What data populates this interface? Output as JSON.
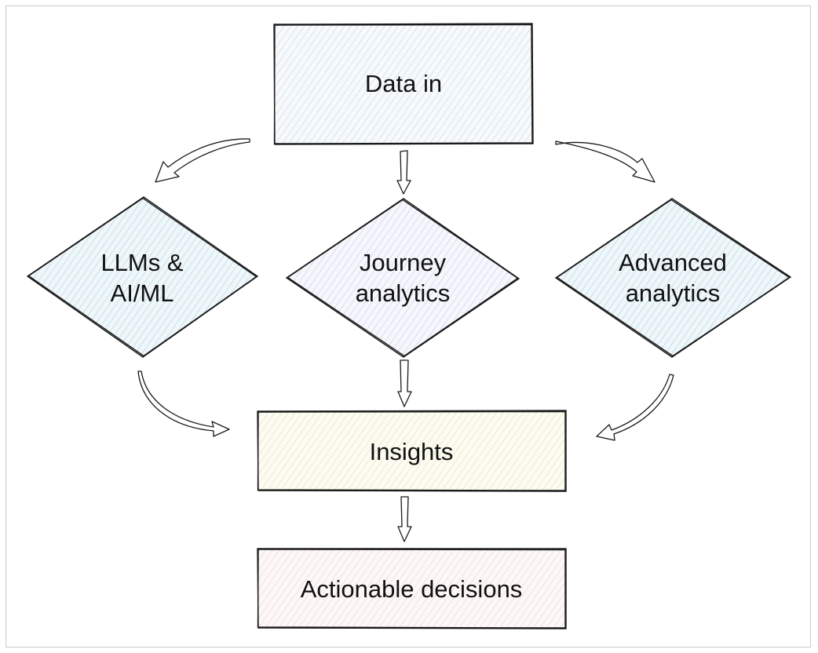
{
  "diagram": {
    "nodes": {
      "data_in": {
        "label": "Data in",
        "color": "#e9f0f4"
      },
      "llms": {
        "lines": [
          "LLMs &",
          "AI/ML"
        ],
        "color": "#d6e7ef"
      },
      "journey": {
        "lines": [
          "Journey",
          "analytics"
        ],
        "color": "#e4e6f4"
      },
      "advanced": {
        "lines": [
          "Advanced",
          "analytics"
        ],
        "color": "#d8eaef"
      },
      "insights": {
        "label": "Insights",
        "color": "#f3f2dc"
      },
      "actionable": {
        "label": "Actionable decisions",
        "color": "#f6e9e9"
      }
    }
  }
}
